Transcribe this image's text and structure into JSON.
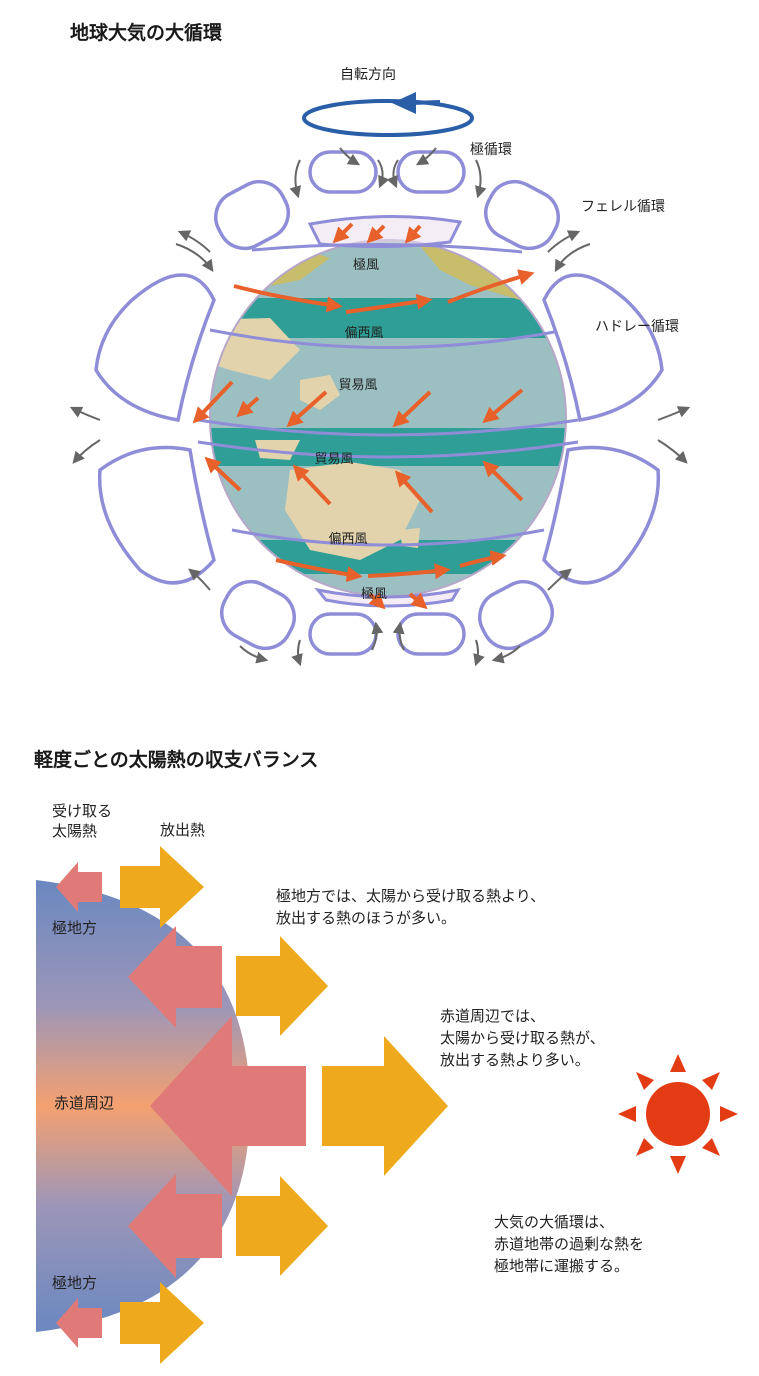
{
  "section1": {
    "title": "地球大気の大循環",
    "rotation_label": "自転方向",
    "cells": {
      "polar": "極循環",
      "ferrel": "フェレル循環",
      "hadley": "ハドレー循環"
    },
    "winds": {
      "polar_north": "極風",
      "westerlies_north": "偏西風",
      "trade_north": "貿易風",
      "trade_south": "貿易風",
      "westerlies_south": "偏西風",
      "polar_south": "極風"
    }
  },
  "section2": {
    "title": "軽度ごとの太陽熱の収支バランス",
    "legend": {
      "received_line1": "受け取る",
      "received_line2": "太陽熱",
      "emitted": "放出熱"
    },
    "regions": {
      "polar_top": "極地方",
      "equator": "赤道周辺",
      "polar_bottom": "極地方"
    },
    "notes": {
      "polar": [
        "極地方では、太陽から受け取る熱より、",
        "放出する熱のほうが多い。"
      ],
      "equator": [
        "赤道周辺では、",
        "太陽から受け取る熱が、",
        "放出する熱より多い。"
      ],
      "circulation": [
        "大気の大循環は、",
        "赤道地帯の過剰な熱を",
        "極地帯に運搬する。"
      ]
    },
    "colors": {
      "received_arrow": "#e07a78",
      "emitted_arrow": "#eeaa1c",
      "sun": "#e33b14"
    }
  }
}
